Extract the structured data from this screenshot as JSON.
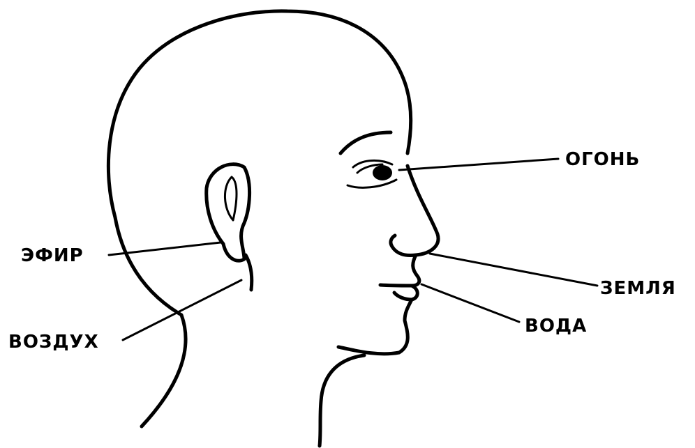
{
  "labels": {
    "fire": "ОГОНЬ",
    "ether": "ЭФИР",
    "earth": "ЗЕМЛЯ",
    "water": "ВОДА",
    "air": "ВОЗДУХ"
  },
  "colors": {
    "ink": "#000000",
    "background": "#ffffff"
  }
}
